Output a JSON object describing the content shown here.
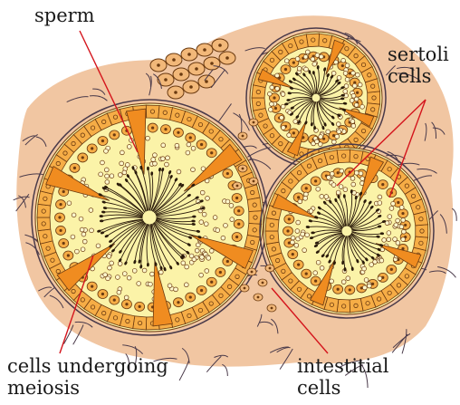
{
  "labels": {
    "sperm": "sperm",
    "sertoli_line1": "sertoli",
    "sertoli_line2": "cells",
    "meiosis_line1": "cells undergoing",
    "meiosis_line2": "meiosis",
    "interstitial_line1": "intestitial",
    "interstitial_line2": "cells"
  },
  "colors": {
    "tissue": "#f1c6a2",
    "lumen": "#fbf3a8",
    "cell_fill": "#f6ad46",
    "cell_stroke": "#6b3a10",
    "sertoli_fill": "#f08c20",
    "sperm_stroke": "#2a1a0a",
    "fiber_stroke": "#4a3a4a",
    "leader_line": "#d4141c"
  }
}
